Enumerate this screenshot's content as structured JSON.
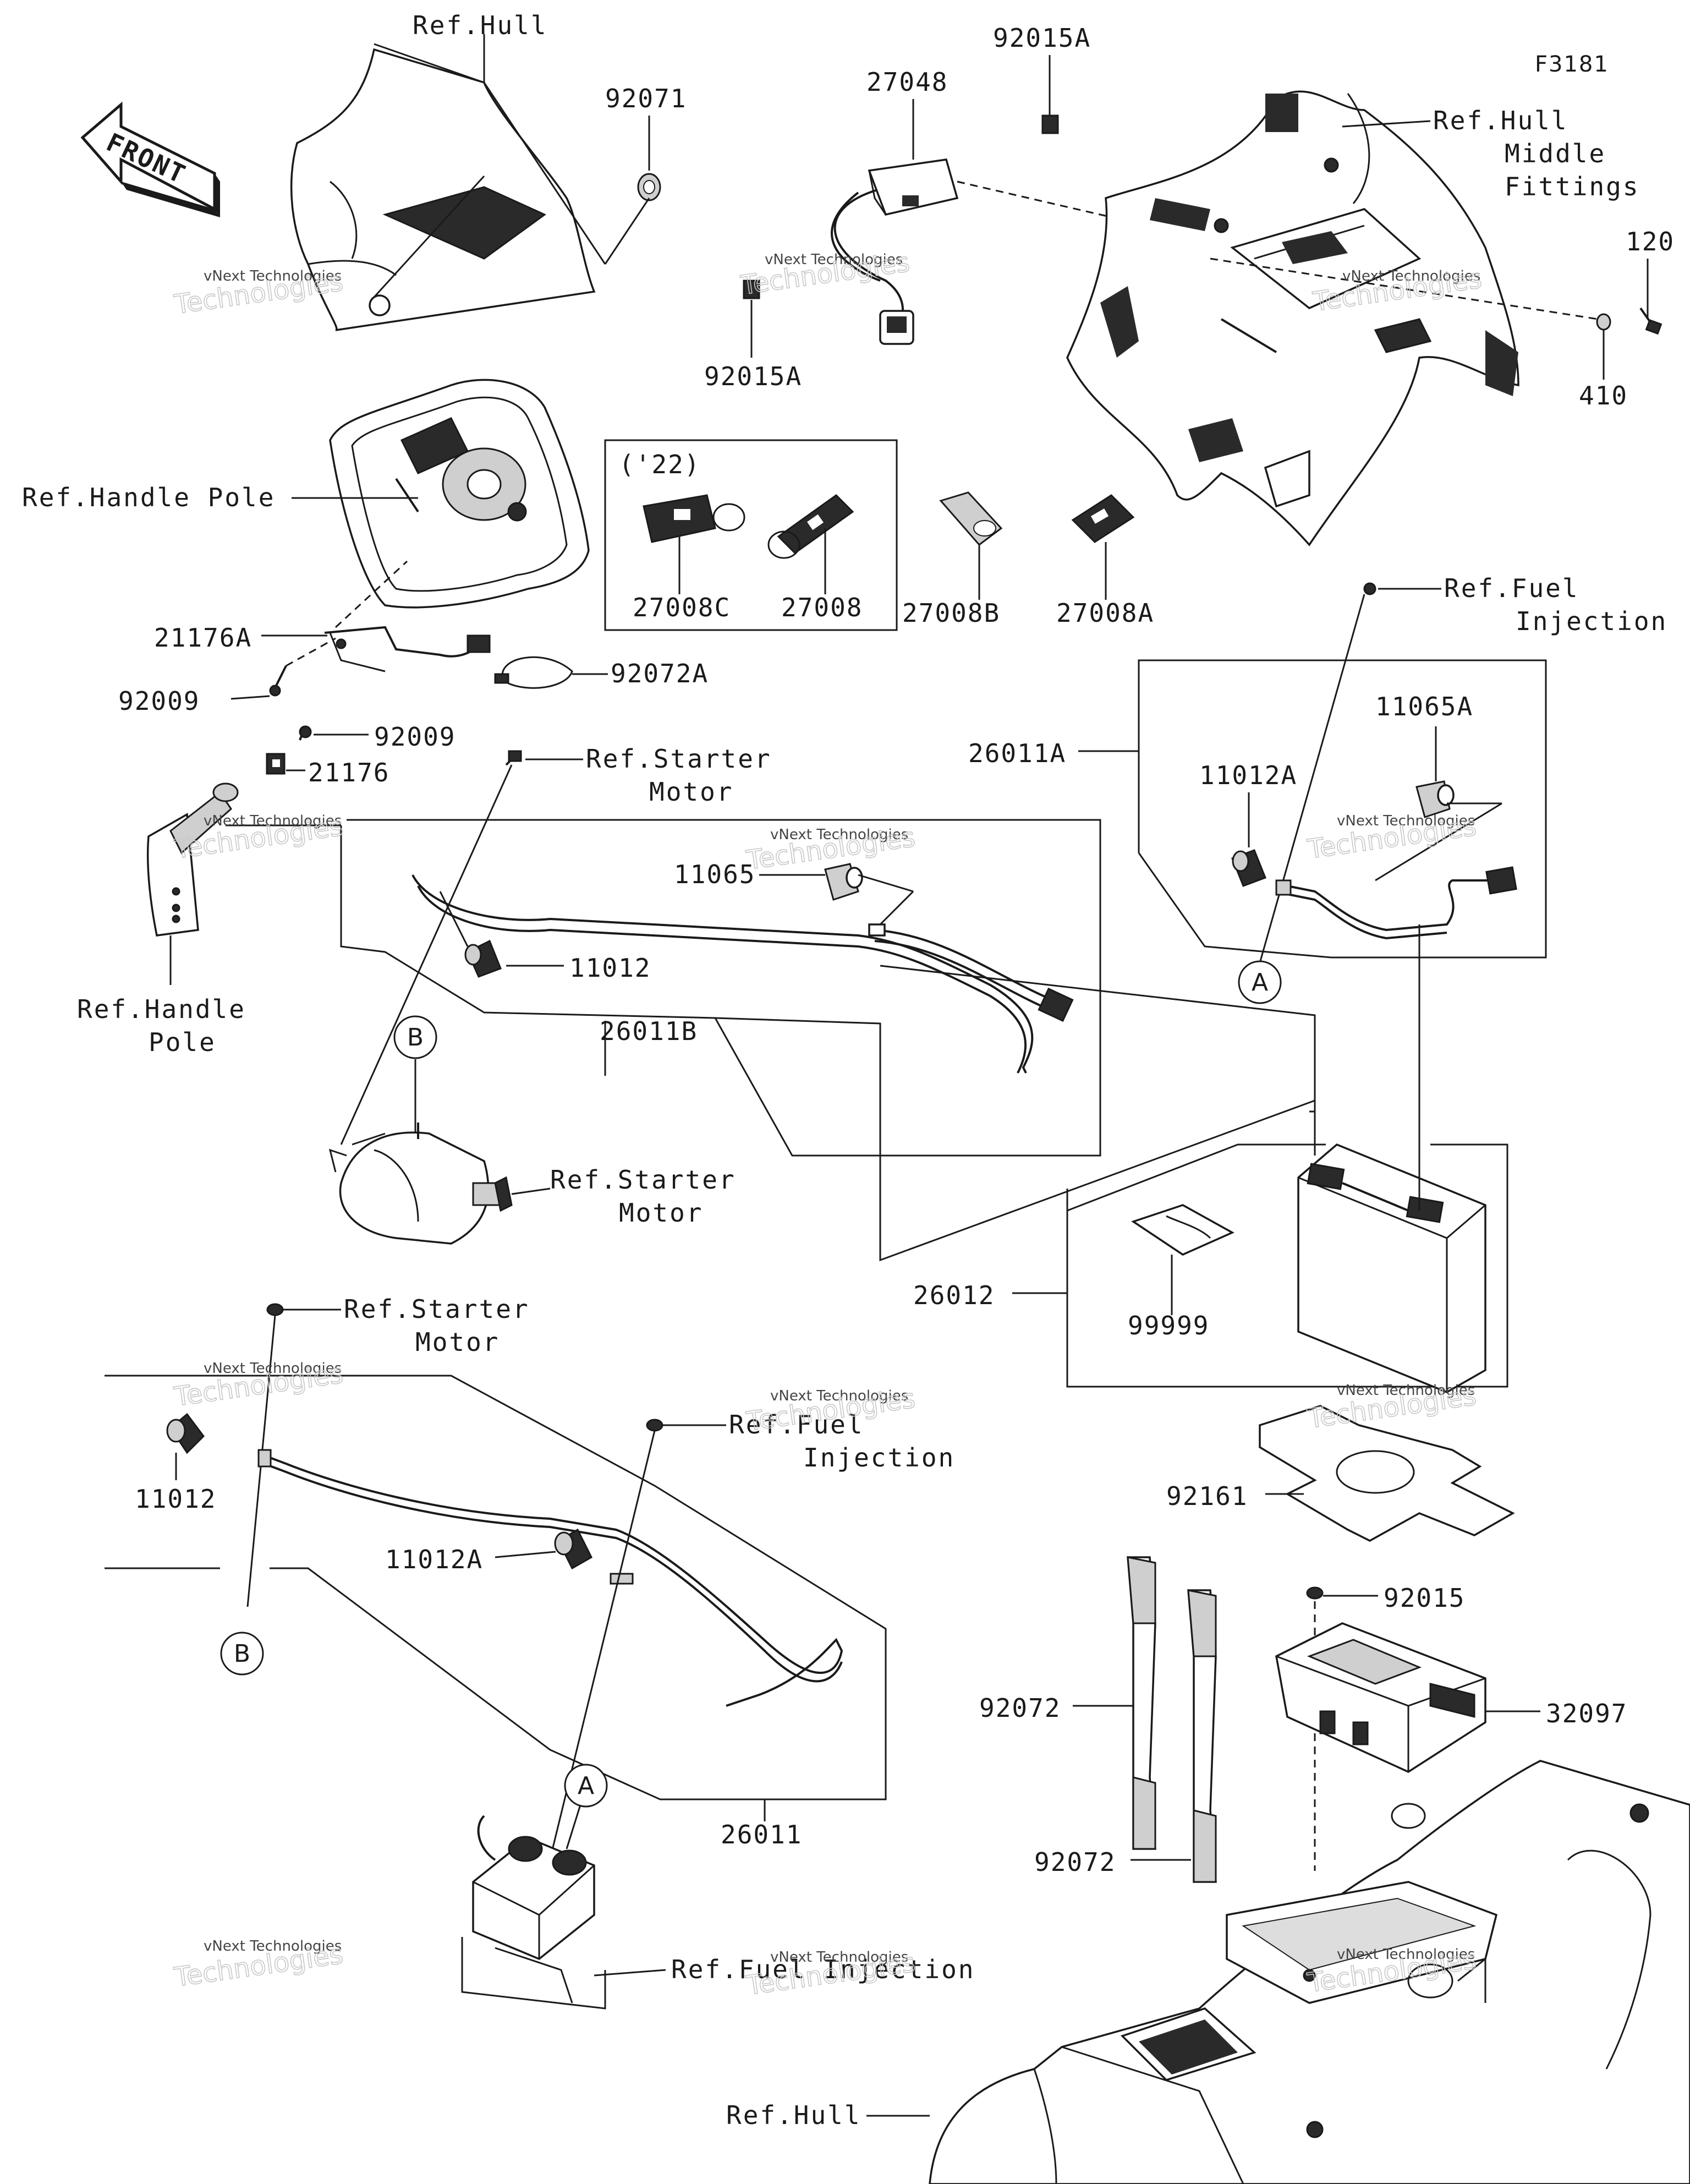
{
  "figure_id": "F3181",
  "front_label": "FRONT",
  "references": {
    "hull_top": "Ref.Hull",
    "hull_middle": [
      "Ref.Hull",
      "Middle",
      "Fittings"
    ],
    "handle_pole_top": "Ref.Handle Pole",
    "handle_pole_left": [
      "Ref.Handle",
      "Pole"
    ],
    "starter_motor_1": [
      "Ref.Starter",
      "Motor"
    ],
    "starter_motor_2": [
      "Ref.Starter",
      "Motor"
    ],
    "starter_motor_3": [
      "Ref.Starter",
      "Motor"
    ],
    "fuel_injection_1": [
      "Ref.Fuel",
      "Injection"
    ],
    "fuel_injection_2": [
      "Ref.Fuel",
      "Injection"
    ],
    "fuel_injection_3": "Ref.Fuel Injection",
    "hull_bottom": "Ref.Hull"
  },
  "parts": {
    "p92071": "92071",
    "p27048": "27048",
    "p92015A_top": "92015A",
    "p92015A_left": "92015A",
    "p120": "120",
    "p410": "410",
    "year_note": "('22)",
    "p27008C": "27008C",
    "p27008": "27008",
    "p27008B": "27008B",
    "p27008A": "27008A",
    "p21176A": "21176A",
    "p92009_a": "92009",
    "p92072A": "92072A",
    "p92009_b": "92009",
    "p21176": "21176",
    "p26011A": "26011A",
    "p11065A": "11065A",
    "p11012A_top": "11012A",
    "p11065": "11065",
    "p11012_mid": "11012",
    "p26011B": "26011B",
    "p26012": "26012",
    "p99999": "99999",
    "p92161": "92161",
    "p11012_bottom": "11012",
    "p11012A_bottom": "11012A",
    "p26011": "26011",
    "p92015": "92015",
    "p92072_a": "92072",
    "p32097": "32097",
    "p92072_b": "92072"
  },
  "callouts": {
    "a1": "A",
    "a2": "A",
    "b1": "B",
    "b2": "B"
  },
  "watermark": {
    "line1": "vNext Technologies",
    "line2": "Technologies",
    "brand": "vNext"
  }
}
